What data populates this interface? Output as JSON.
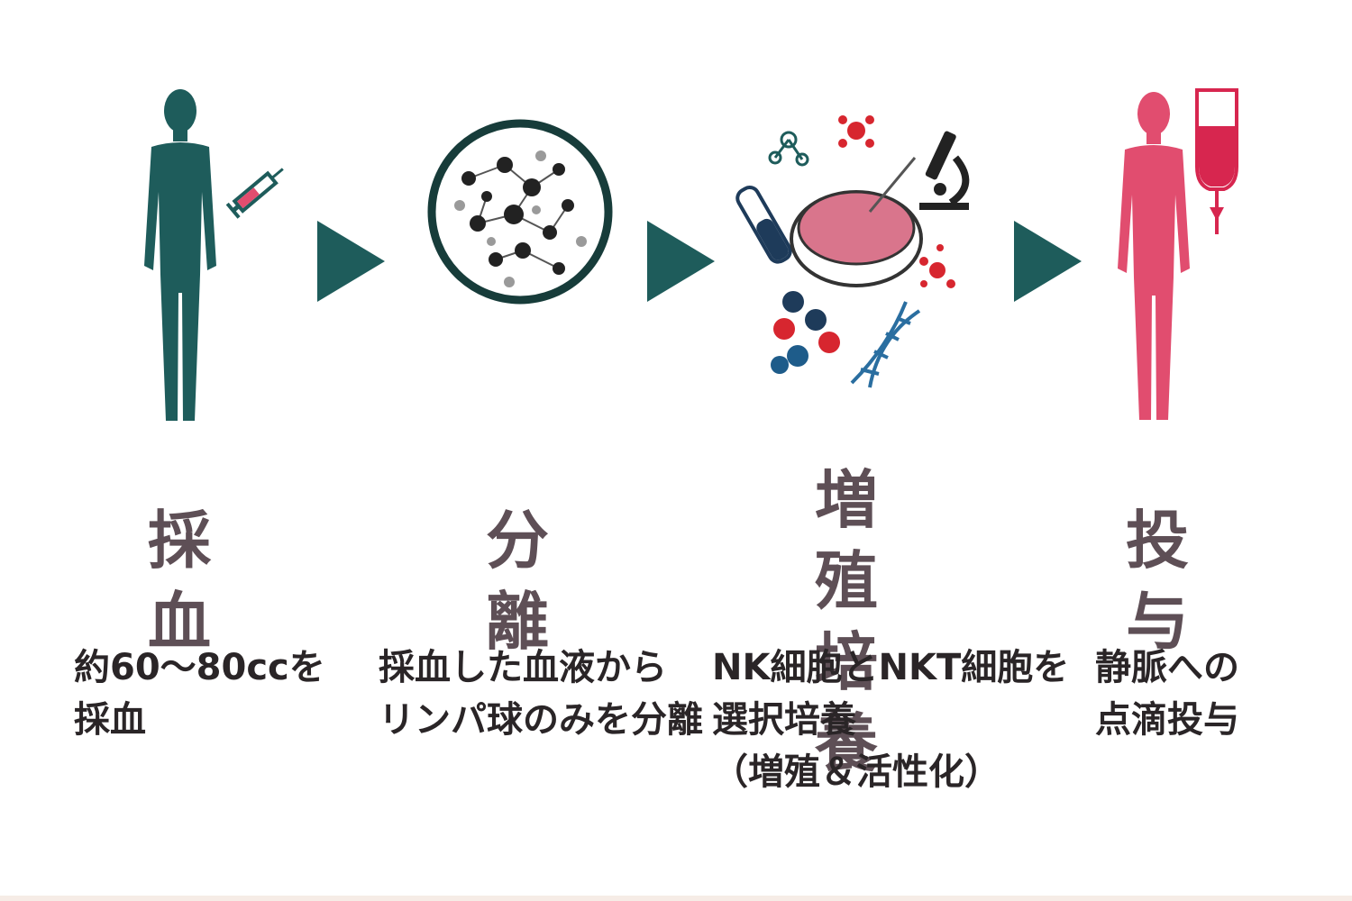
{
  "steps": [
    {
      "title": "採血",
      "desc": [
        "約60～80ccを",
        "採血"
      ]
    },
    {
      "title": "分離",
      "desc": [
        "採血した血液から",
        "リンパ球のみを分離"
      ]
    },
    {
      "title_lines": [
        "増殖",
        "培養"
      ],
      "desc": [
        "NK細胞とNKT細胞を",
        "選択培養",
        "（増殖＆活性化）"
      ]
    },
    {
      "title": "投与",
      "desc": [
        "静脈への",
        "点滴投与"
      ]
    }
  ],
  "icons": [
    "human-figure-icon",
    "syringe-icon",
    "cell-circle-icon",
    "test-tube-icon",
    "petri-dish-icon",
    "microscope-icon",
    "molecule-icon",
    "dna-icon",
    "iv-drip-bag-icon"
  ],
  "colors": {
    "teal": "#1e5c5b",
    "pink": "#e14d6f",
    "title": "#5e4f56",
    "text": "#2a2527",
    "petri": "#d9758c"
  }
}
